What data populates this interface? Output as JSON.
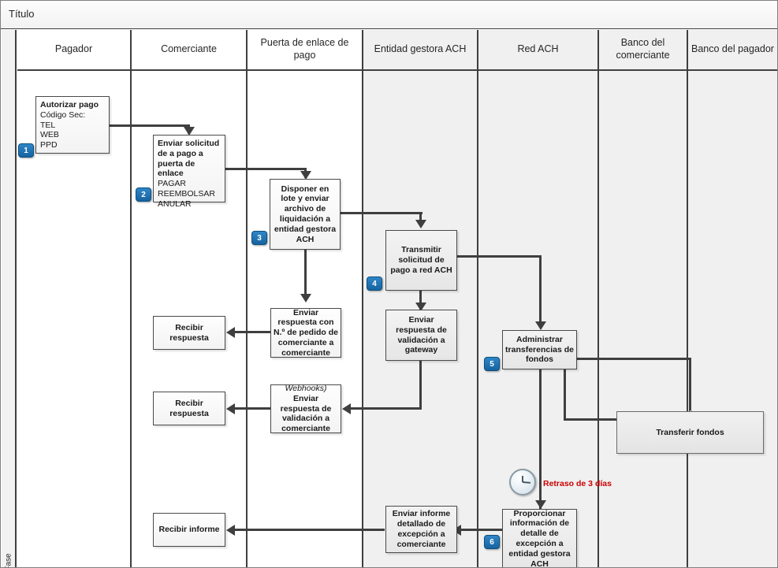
{
  "diagram": {
    "title": "Título",
    "phase_label": "Fase",
    "delay_annotation": "Retraso de 3 días",
    "clock_icon_name": "clock-icon",
    "accent_color": "#16639f",
    "delay_color": "#cc0000",
    "lane_shaded_color": "#f0f0f0",
    "line_color": "#3f3f3f"
  },
  "lanes": [
    {
      "id": "pagador",
      "label": "Pagador",
      "shaded": false
    },
    {
      "id": "comerciante",
      "label": "Comerciante",
      "shaded": false
    },
    {
      "id": "puerta-enlace-pago",
      "label": "Puerta de enlace de pago",
      "shaded": false
    },
    {
      "id": "entidad-gestora-ach",
      "label": "Entidad gestora ACH",
      "shaded": true
    },
    {
      "id": "red-ach",
      "label": "Red ACH",
      "shaded": true
    },
    {
      "id": "banco-comerciante",
      "label": "Banco del comerciante",
      "shaded": true
    },
    {
      "id": "banco-pagador",
      "label": "Banco del pagador",
      "shaded": true
    }
  ],
  "nodes": {
    "autorizar_pago": {
      "title": "Autorizar pago",
      "subtitle": "Código Sec:",
      "options": [
        "TEL",
        "WEB",
        "PPD"
      ],
      "step": "1"
    },
    "enviar_solicitud_pago": {
      "title": "Enviar solicitud de a pago a puerta de enlace",
      "options": [
        "PAGAR",
        "REEMBOLSAR",
        "ANULAR"
      ],
      "step": "2"
    },
    "disponer_lote": {
      "label": "Disponer en lote y enviar archivo de liquidación a entidad gestora ACH",
      "step": "3"
    },
    "transmitir_solicitud": {
      "label": "Transmitir solicitud de pago a red ACH",
      "step": "4"
    },
    "administrar_transferencias": {
      "label": "Administrar transferencias de fondos",
      "step": "5"
    },
    "proporcionar_informacion": {
      "label": "Proporcionar información de detalle de excepción a entidad gestora ACH",
      "step": "6"
    },
    "enviar_respuesta_pedido": {
      "label": "Enviar respuesta con N.º de pedido de comerciante a comerciante"
    },
    "enviar_respuesta_validacion_gateway": {
      "label": "Enviar respuesta de validación a gateway"
    },
    "enviar_respuesta_validacion_comerciante": {
      "italic_line": "Webhooks)",
      "label": "Enviar respuesta de validación a comerciante"
    },
    "enviar_informe_excepcion": {
      "label": "Enviar informe detallado de excepción a comerciante"
    },
    "recibir_respuesta_1": {
      "label": "Recibir respuesta"
    },
    "recibir_respuesta_2": {
      "label": "Recibir respuesta"
    },
    "recibir_informe": {
      "label": "Recibir informe"
    },
    "transferir_fondos": {
      "label": "Transferir fondos"
    }
  }
}
